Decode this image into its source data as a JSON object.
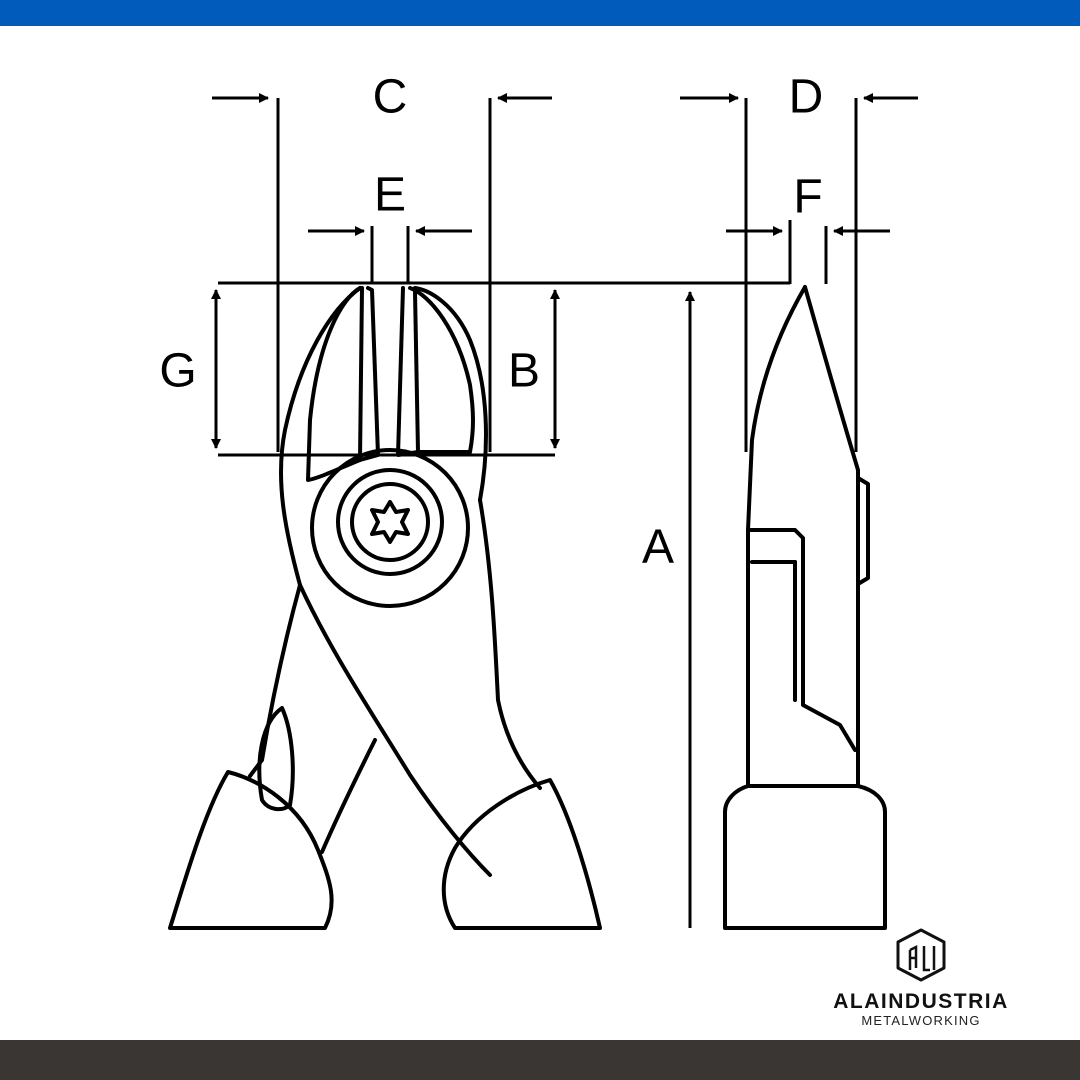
{
  "colors": {
    "top_bar": "#005bbb",
    "bottom_bar": "#3a3634",
    "line": "#000000"
  },
  "dimensions": {
    "A": "A",
    "B": "B",
    "C": "C",
    "D": "D",
    "E": "E",
    "F": "F",
    "G": "G"
  },
  "logo": {
    "mark": "ALI",
    "name": "ALAINDUSTRIA",
    "tagline": "METALWORKING"
  }
}
